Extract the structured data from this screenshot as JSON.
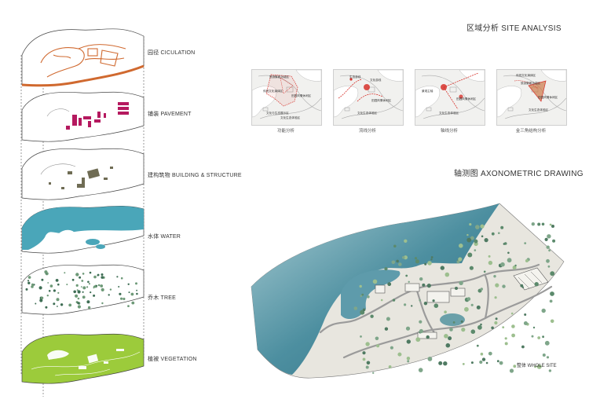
{
  "layers": [
    {
      "label": "园径  CICULATION",
      "color": "#d0692f"
    },
    {
      "label": "铺装  PAVEMENT",
      "color": "#b5195f"
    },
    {
      "label": "建构筑物  BUILDING & STRUCTURE",
      "color": "#6f6c54"
    },
    {
      "label": "水体  WATER",
      "color": "#4aa6b9"
    },
    {
      "label": "乔木  TREE",
      "color": "#6e9a78"
    },
    {
      "label": "植被  VEGETATION",
      "color": "#9ccb3b"
    }
  ],
  "site_analysis": {
    "title": "区域分析  SITE ANALYSIS",
    "panels": [
      {
        "caption": "功能分析",
        "tags": [
          "旅游集散功能区",
          "传统文化演绎区",
          "田园风情休闲区",
          "文化与生态展示区",
          "文化生态体验区"
        ]
      },
      {
        "caption": "流线分析",
        "tags": [
          "生态游线",
          "文化游线",
          "田园风情休闲区",
          "文化生态体验区"
        ]
      },
      {
        "caption": "轴线分析",
        "tags": [
          "景观主轴",
          "田园风情休闲区",
          "文化生态体验区"
        ]
      },
      {
        "caption": "金三角结构分析",
        "tags": [
          "传统文化演绎区",
          "旅游集散功能区",
          "田园风情休闲区",
          "文化生态体验区"
        ]
      }
    ]
  },
  "axonometric": {
    "title": "轴测图  AXONOMETRIC DRAWING",
    "caption": "整体  WHOLE SITE"
  }
}
